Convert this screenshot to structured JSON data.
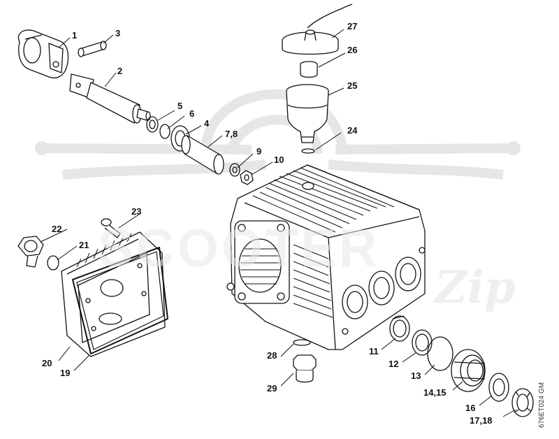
{
  "watermark": {
    "text": "SCOOTER",
    "script_text": "Zip",
    "color": "#e6e6e6"
  },
  "drawing_code": "676ET024 GM",
  "colors": {
    "line": "#111111",
    "leader": "#111111",
    "paper": "#ffffff"
  },
  "callouts": {
    "c1": "1",
    "c2": "2",
    "c3": "3",
    "c4": "4",
    "c5": "5",
    "c6": "6",
    "c7_8": "7,8",
    "c9": "9",
    "c10": "10",
    "c11": "11",
    "c12": "12",
    "c13": "13",
    "c14_15": "14,15",
    "c16": "16",
    "c17_18": "17,18",
    "c19": "19",
    "c20": "20",
    "c21": "21",
    "c22": "22",
    "c23": "23",
    "c24": "24",
    "c25": "25",
    "c26": "26",
    "c27": "27",
    "c28": "28",
    "c29": "29"
  }
}
